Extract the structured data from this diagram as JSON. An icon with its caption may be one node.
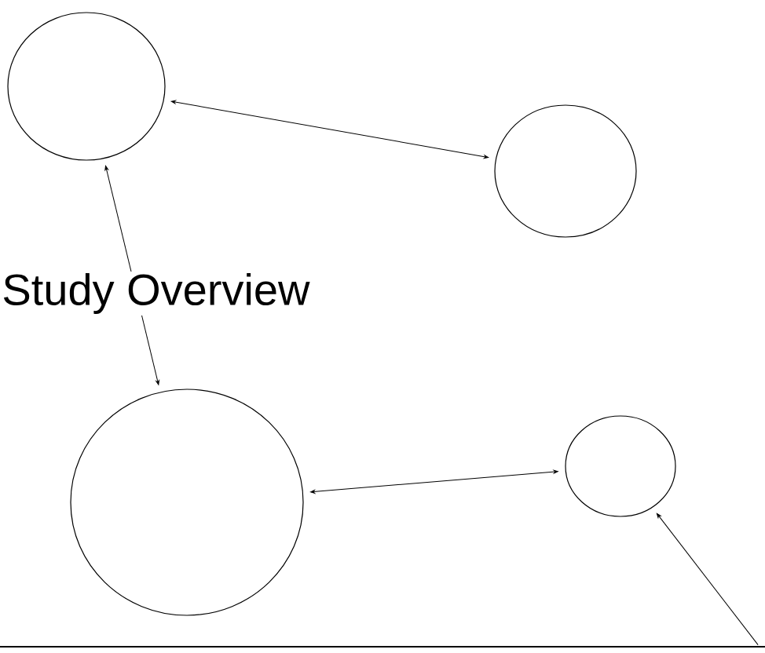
{
  "diagram": {
    "title": "Study Overview",
    "nodes": [
      {
        "text": [],
        "shape": "circle"
      },
      {
        "text": [],
        "shape": "circle"
      },
      {
        "text": [],
        "shape": "circle"
      },
      {
        "text": [],
        "shape": "circle"
      }
    ],
    "edges": [
      {
        "from": 0,
        "to": 1,
        "arrow": "both"
      },
      {
        "from": 0,
        "to": 2,
        "arrow": "both"
      },
      {
        "from": 2,
        "to": 3,
        "arrow": "both"
      },
      {
        "from": null,
        "to": 3,
        "arrow": "to"
      }
    ]
  }
}
